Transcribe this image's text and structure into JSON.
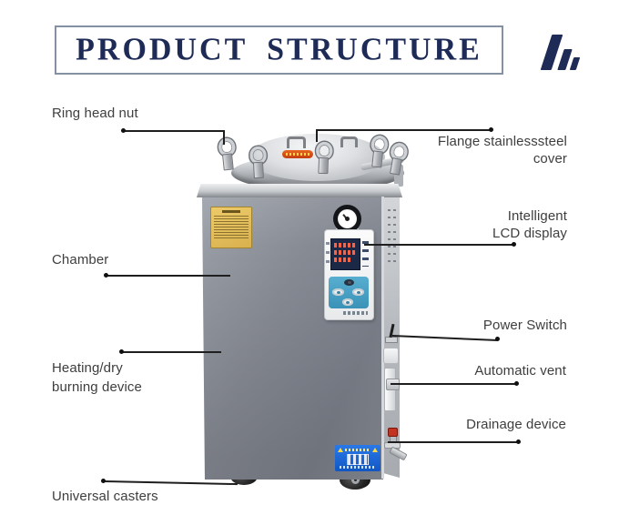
{
  "header": {
    "title": "PRODUCT STRUCTURE"
  },
  "brand": {
    "logo_icon": "three-slanted-bars-logo",
    "logo_color": "#1d2b56"
  },
  "callouts": {
    "ring_head_nut": {
      "label": "Ring head nut"
    },
    "flange_cover": {
      "label": "Flange stainlesssteel\ncover"
    },
    "lcd_display": {
      "label": "Intelligent\nLCD display"
    },
    "chamber": {
      "label": "Chamber"
    },
    "power_switch": {
      "label": "Power Switch"
    },
    "heating_device": {
      "label": "Heating/dry\nburning device"
    },
    "automatic_vent": {
      "label": "Automatic vent"
    },
    "drainage_device": {
      "label": "Drainage device"
    },
    "universal_casters": {
      "label": "Universal casters"
    }
  },
  "colors": {
    "accent_navy": "#1d2b56",
    "label_text": "#3e3e3e",
    "callout_line": "#1e1e1e",
    "machine_body_gray": "#82868f",
    "keypad_blue": "#48a0c6",
    "lcd_navy": "#1b2946",
    "lcd_digits_red": "#ff6242",
    "warning_label_yellow": "#e4c063",
    "power_label_blue": "#1e63d0",
    "drain_valve_red": "#c23322"
  }
}
